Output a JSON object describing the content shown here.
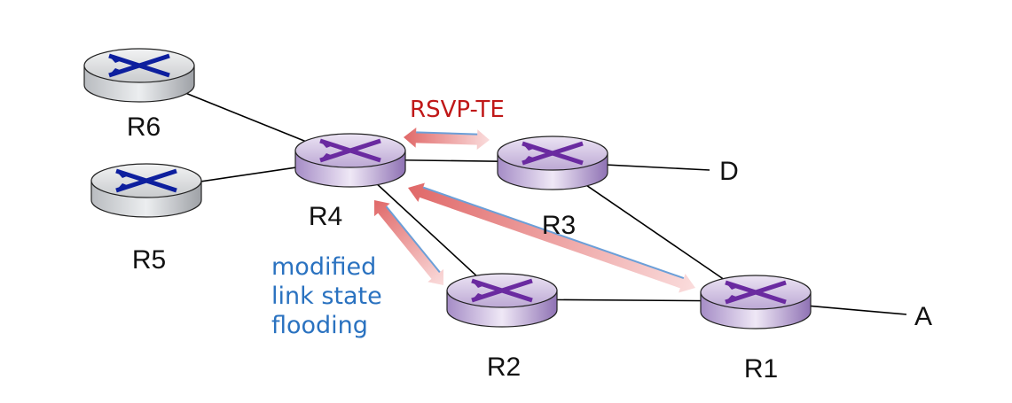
{
  "colors": {
    "router_gray_top": "#d8dadc",
    "router_gray_side": "#9a9da2",
    "router_purple_top": "#c9b6dc",
    "router_purple_side": "#8c6eb0",
    "cross_gray_router": "#0d1f9e",
    "cross_purple_router": "#6a2aa0",
    "link": "#000000",
    "rsvp_red": "#e06868",
    "flood_blue": "#6b9fd8",
    "annotation_red": "#c01818",
    "annotation_blue": "#2a72c0"
  },
  "routers": [
    {
      "id": "r6",
      "label": "R6",
      "style": "gray"
    },
    {
      "id": "r5",
      "label": "R5",
      "style": "gray"
    },
    {
      "id": "r4",
      "label": "R4",
      "style": "purple"
    },
    {
      "id": "r3",
      "label": "R3",
      "style": "purple"
    },
    {
      "id": "r2",
      "label": "R2",
      "style": "purple"
    },
    {
      "id": "r1",
      "label": "R1",
      "style": "purple"
    }
  ],
  "hosts": [
    {
      "id": "d",
      "label": "D"
    },
    {
      "id": "a",
      "label": "A"
    }
  ],
  "links": [
    {
      "from": "r6",
      "to": "r4"
    },
    {
      "from": "r5",
      "to": "r4"
    },
    {
      "from": "r4",
      "to": "r3"
    },
    {
      "from": "r4",
      "to": "r2"
    },
    {
      "from": "r3",
      "to": "d"
    },
    {
      "from": "r3",
      "to": "r1"
    },
    {
      "from": "r2",
      "to": "r1"
    },
    {
      "from": "r1",
      "to": "a"
    }
  ],
  "annotations": {
    "rsvp": "RSVP-TE",
    "flooding_line1": "modified",
    "flooding_line2": "link state",
    "flooding_line3": "flooding"
  }
}
